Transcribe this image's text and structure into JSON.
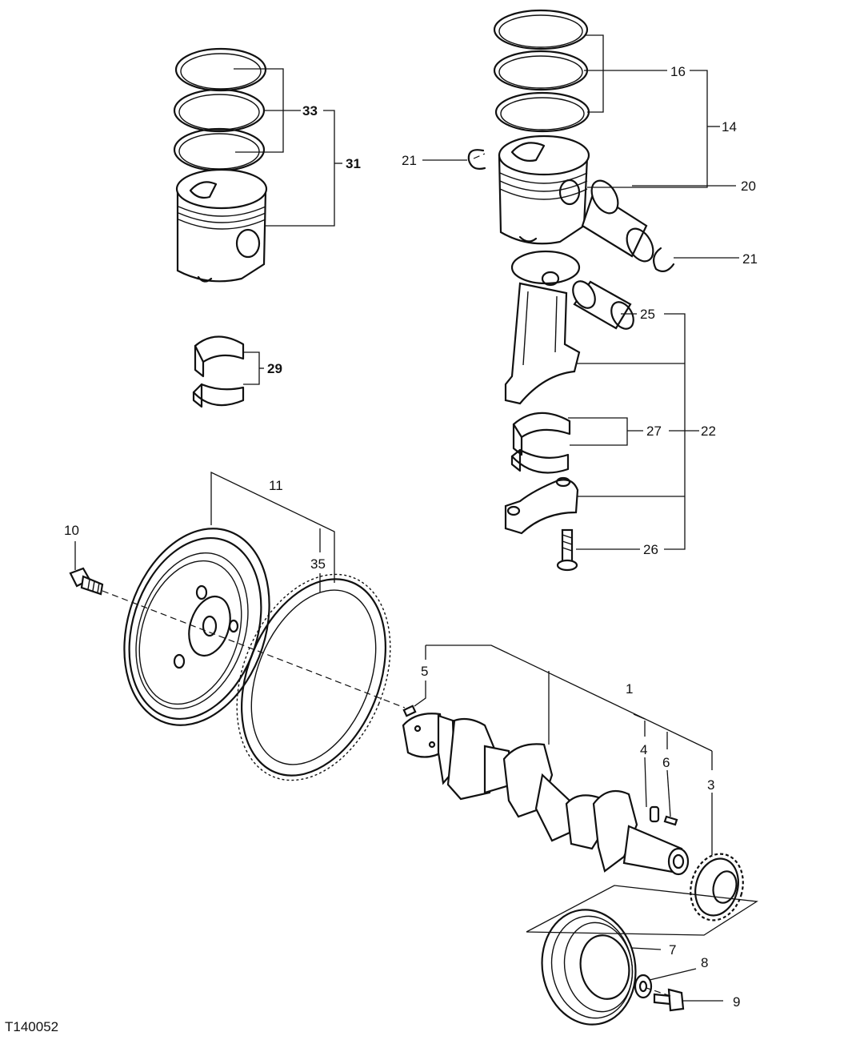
{
  "drawing_id": "T140052",
  "callouts": {
    "c1": "1",
    "c3": "3",
    "c4": "4",
    "c5": "5",
    "c6": "6",
    "c7": "7",
    "c8": "8",
    "c9": "9",
    "c10": "10",
    "c11": "11",
    "c14": "14",
    "c16": "16",
    "c20": "20",
    "c21a": "21",
    "c21b": "21",
    "c22": "22",
    "c25": "25",
    "c26": "26",
    "c27": "27",
    "c29": "29",
    "c31": "31",
    "c33": "33",
    "c35": "35"
  }
}
